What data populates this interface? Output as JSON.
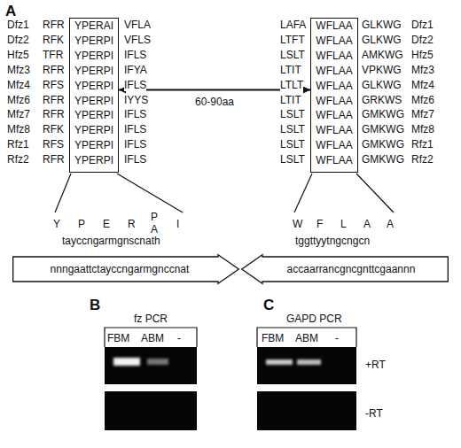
{
  "diagram": {
    "nodes": [
      {
        "text": [
          "YPERAI",
          "YPERPI",
          "YPERPI",
          "YPERPI",
          "YPERPI",
          "YPERPI",
          "YPERPI",
          "YPERPI",
          "YPERPI",
          "YPERPI"
        ]
      },
      {
        "text": [
          "WFLAA",
          "WFLAA",
          "WFLAA",
          "WFLAA",
          "WFLAA",
          "WFLAA",
          "WFLAA",
          "WFLAA",
          "WFLAA",
          "WFLAA"
        ]
      },
      {
        "text": [
          "nnngaattctayccngarmgnccnat"
        ]
      },
      {
        "text": [
          "accaarrancgncgnttcgaannn"
        ]
      }
    ],
    "edges": [
      {
        "from": 0,
        "to": 1,
        "arrow": "both",
        "label": "60-90aa"
      }
    ],
    "labels": [
      "A",
      "Dfz1",
      "Dfz2",
      "Hfz5",
      "Mfz3",
      "Mfz4",
      "Mfz6",
      "Mfz7",
      "Mfz8",
      "Rfz1",
      "Rfz2",
      "RFR",
      "RFK",
      "TFR",
      "RFR",
      "RFS",
      "RFR",
      "RFR",
      "RFK",
      "RFS",
      "RFR",
      "VFLA",
      "VFLS",
      "IFLS",
      "IFYA",
      "IFLS",
      "IYYS",
      "IFLS",
      "IFLS",
      "IFLS",
      "IFLS",
      "LAFA",
      "LTFT",
      "LSLT",
      "LTIT",
      "LTLT",
      "LTIT",
      "LSLT",
      "LSLT",
      "LSLT",
      "LSLT",
      "GLKWG",
      "GLKWG",
      "AMKWG",
      "VPKWG",
      "GLKWG",
      "GRKWS",
      "GMKWG",
      "GMKWG",
      "GMKWG",
      "GMKWG",
      "Dfz1",
      "Dfz2",
      "Hfz5",
      "Mfz3",
      "Mfz4",
      "Mfz6",
      "Mfz7",
      "Mfz8",
      "Rfz1",
      "Rfz2",
      "Y",
      "P",
      "E",
      "R",
      "P",
      "A",
      "I",
      "tayccngarmgnscnath",
      "W",
      "F",
      "L",
      "A",
      "A",
      "tggttyytngcngcn",
      "B",
      "fz PCR",
      "FBM",
      "ABM",
      "-",
      "C",
      "GAPD PCR",
      "FBM",
      "ABM",
      "-",
      "+RT",
      "-RT"
    ]
  }
}
